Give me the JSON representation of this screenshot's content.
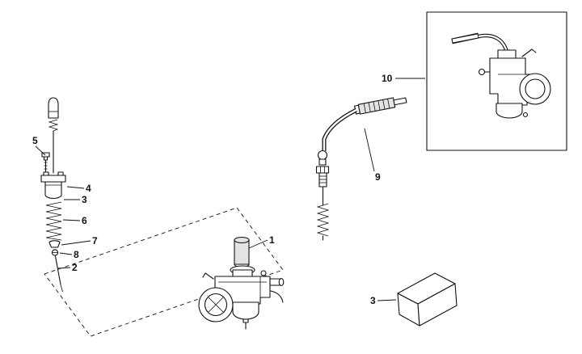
{
  "diagram": {
    "background": "#ffffff",
    "line_color": "#111111",
    "shade_color": "#e3e3e3"
  },
  "callouts": [
    {
      "id": "callout-1",
      "text": "1"
    },
    {
      "id": "callout-2",
      "text": "2"
    },
    {
      "id": "callout-3-slide",
      "text": "3"
    },
    {
      "id": "callout-3-cover",
      "text": "3"
    },
    {
      "id": "callout-4",
      "text": "4"
    },
    {
      "id": "callout-5",
      "text": "5"
    },
    {
      "id": "callout-6",
      "text": "6"
    },
    {
      "id": "callout-7",
      "text": "7"
    },
    {
      "id": "callout-8",
      "text": "8"
    },
    {
      "id": "callout-9",
      "text": "9"
    },
    {
      "id": "callout-10",
      "text": "10"
    }
  ]
}
